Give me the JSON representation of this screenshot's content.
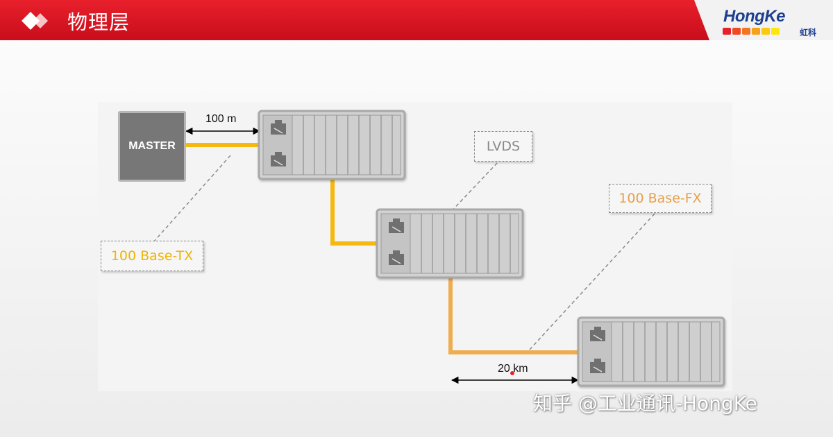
{
  "header": {
    "title": "物理层",
    "brand": {
      "name": "HongKe",
      "sub": "虹科"
    },
    "colors": {
      "bar": "#d8141f",
      "brand_blue": "#1d3f8f"
    }
  },
  "diagram": {
    "master_label": "MASTER",
    "distance_top": "100 m",
    "distance_bottom": "20 km",
    "labels": {
      "base_tx": "100 Base-TX",
      "lvds": "LVDS",
      "base_fx": "100 Base-FX"
    },
    "colors": {
      "tx_cable": "#f5b90e",
      "fx_cable": "#efad52",
      "tx_label_text": "#f0b400",
      "fx_label_text": "#e6a04a",
      "lvds_text": "#888888",
      "device_border": "#a8a8a8",
      "device_fill": "#d0d0d0"
    }
  },
  "watermark": "知乎 @工业通讯-HongKe"
}
